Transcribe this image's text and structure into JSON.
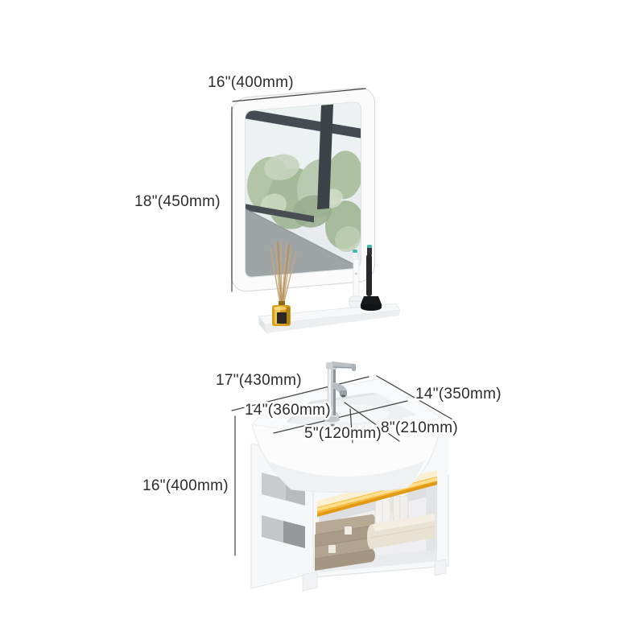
{
  "annotations": {
    "mirror": {
      "width": "16\"(400mm)",
      "height": "18\"(450mm)"
    },
    "sink": {
      "overall_width": "17\"(430mm)",
      "overall_depth": "14\"(350mm)",
      "basin_width": "14\"(360mm)",
      "basin_depth": "8\"(210mm)",
      "basin_height": "5\"(120mm)"
    },
    "cabinet": {
      "height": "16\"(400mm)"
    }
  },
  "colors": {
    "background": "#ffffff",
    "annotation_text": "#2c2c2c",
    "dimension_line": "#3f3f3f",
    "led_strip_gold": "#f6b83a",
    "diffuser_amber": "#d79f1d",
    "towel_taupe": "#ab9c88",
    "towel_cream": "#e9e2d2",
    "chrome": "#c6cbcf",
    "foliage_green": "#aec2a2",
    "wall_reflection_gray": "#9fa4a7"
  }
}
